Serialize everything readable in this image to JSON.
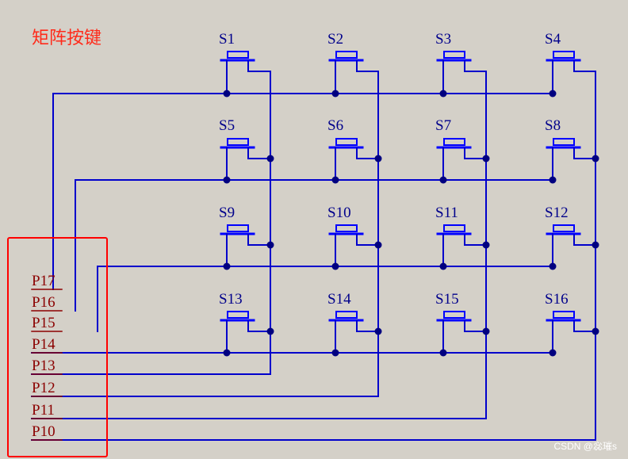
{
  "title": "矩阵按键",
  "watermark": "CSDN @惢璀s",
  "switches": [
    "S1",
    "S2",
    "S3",
    "S4",
    "S5",
    "S6",
    "S7",
    "S8",
    "S9",
    "S10",
    "S11",
    "S12",
    "S13",
    "S14",
    "S15",
    "S16"
  ],
  "pins": [
    "P17",
    "P16",
    "P15",
    "P14",
    "P13",
    "P12",
    "P11",
    "P10"
  ],
  "colors": {
    "wire": "#0000cc",
    "switch": "#0000ff",
    "label_switch": "#00008b",
    "label_pin": "#8b0000",
    "title": "#ff2a1a",
    "highlight_box": "#ff0000",
    "background": "#d4d0c8"
  }
}
